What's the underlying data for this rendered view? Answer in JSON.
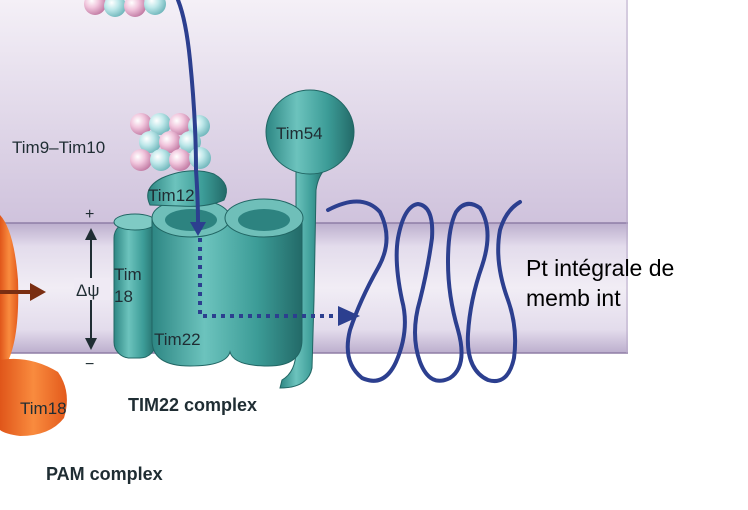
{
  "labels": {
    "tim9_tim10": "Tim9–Tim10",
    "tim54": "Tim54",
    "tim12": "Tim12",
    "tim18_top": "Tim",
    "tim18_bottom": "18",
    "tim22": "Tim22",
    "plus": "+",
    "minus": "−",
    "delta_psi": "Δψ",
    "pam_partial": "Tim18",
    "tim22_complex": "TIM22 complex",
    "pam_complex": "PAM complex"
  },
  "annotation": {
    "line1": "Pt intégrale de",
    "line2": "memb int"
  },
  "colors": {
    "inter_membrane_space": "#ddd2e6",
    "membrane": "#ddd6e6",
    "teal": "#3f9f9b",
    "teal_dark": "#246e6c",
    "protein_chain": "#2c3f8f",
    "pam": "#f06a22",
    "arrow": "#7a2e12"
  }
}
